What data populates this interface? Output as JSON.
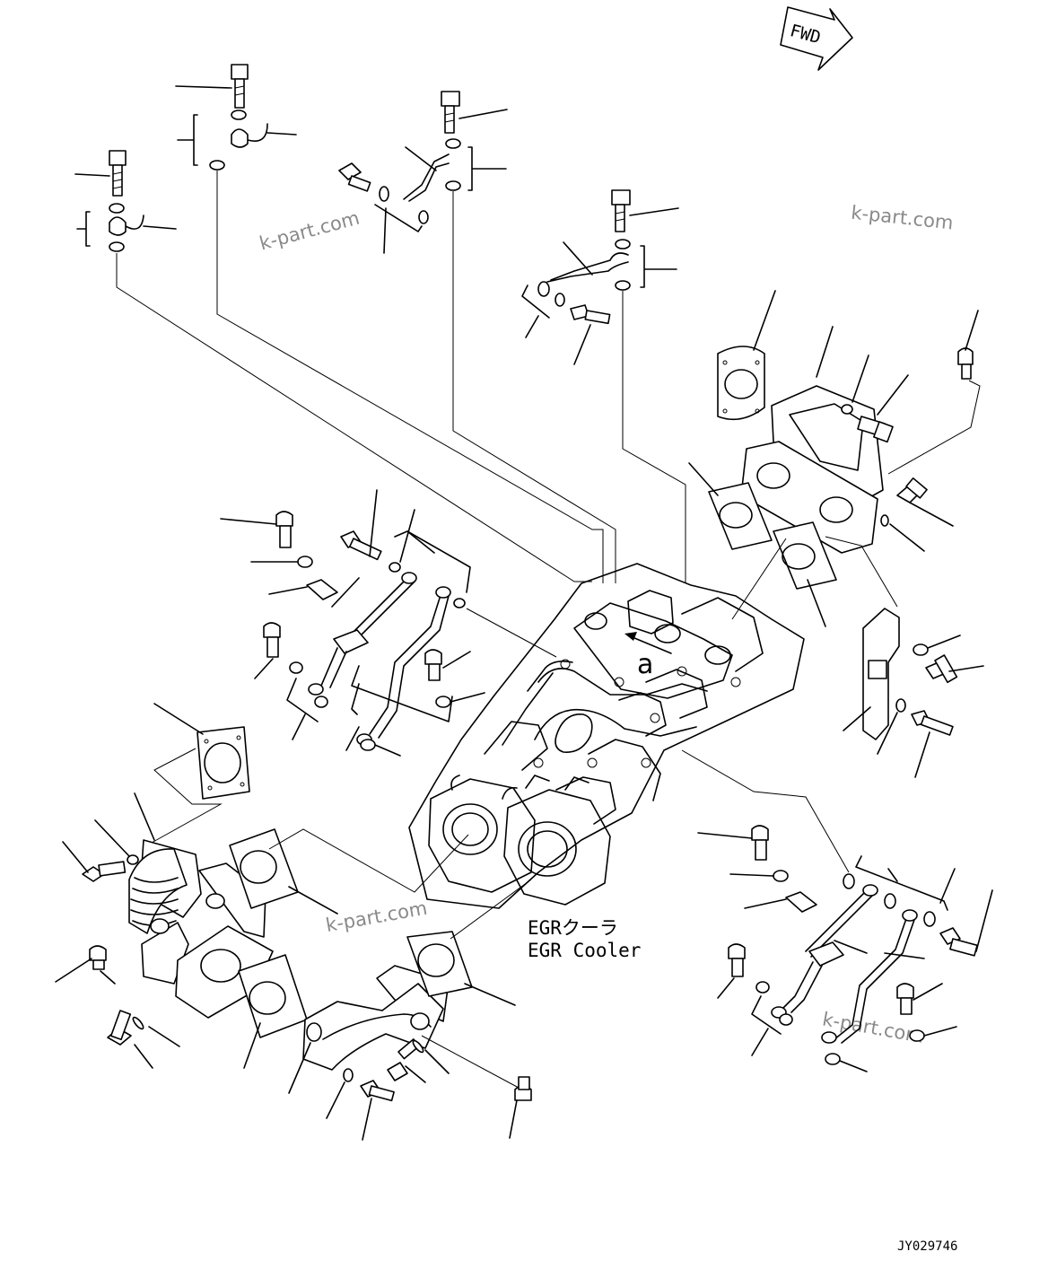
{
  "diagram": {
    "direction_badge": "FWD",
    "component_label_jp": "EGRクーラ",
    "component_label_en": "EGR Cooler",
    "reference_mark": "a",
    "drawing_code": "JY029746",
    "watermarks": [
      "k-part.com",
      "k-part.com",
      "k-part.com",
      "k-part.com"
    ]
  }
}
